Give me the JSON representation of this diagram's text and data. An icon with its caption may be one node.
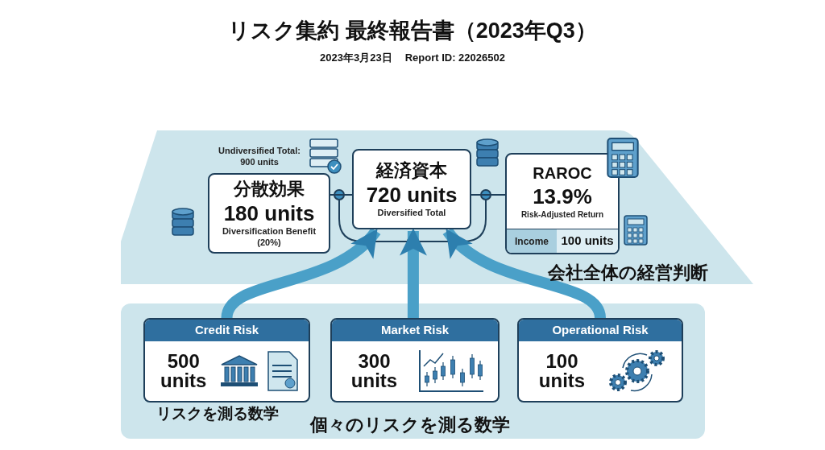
{
  "diagram": {
    "title": "リスク集約 最終報告書（2023年Q3）",
    "nodes": [
      {
        "text": [
          "会社全体の経営判断"
        ]
      },
      {
        "text": [
          "分散効果",
          "180 units",
          "Diversification Benefit (20%)"
        ],
        "in": 0,
        "beside": [
          "Undiversified Total: 900 units"
        ]
      },
      {
        "text": [
          "経済資本",
          "720 units",
          "Diversified Total"
        ],
        "in": 0
      },
      {
        "text": [
          "RAROC",
          "13.9%",
          "Risk-Adjusted Return",
          "Income",
          "100 units"
        ],
        "in": 0
      },
      {
        "text": [
          "個々のリスクを測る数学"
        ]
      },
      {
        "text": [
          "Credit Risk",
          "500 units"
        ],
        "in": 4,
        "beside": [
          "リスクを測る数学"
        ]
      },
      {
        "text": [
          "Market Risk",
          "300 units"
        ],
        "in": 4
      },
      {
        "text": [
          "Operational Risk",
          "100 units"
        ],
        "in": 4
      }
    ],
    "edges": [
      {
        "from": 1,
        "to": 2,
        "arrow": "none",
        "color": "#1e3f5a"
      },
      {
        "from": 2,
        "to": 3,
        "arrow": "none",
        "color": "#1e3f5a"
      },
      {
        "from": 5,
        "to": 2,
        "arrow": "to"
      },
      {
        "from": 6,
        "to": 2,
        "arrow": "to"
      },
      {
        "from": 7,
        "to": 2,
        "arrow": "to"
      }
    ],
    "labels": [
      "2023年3月23日",
      "Report ID: 22026502"
    ]
  }
}
